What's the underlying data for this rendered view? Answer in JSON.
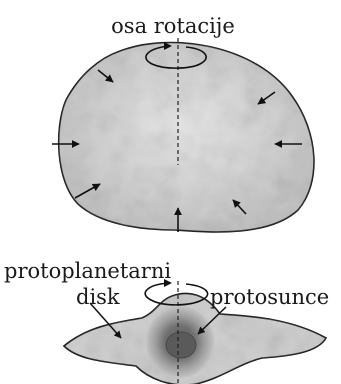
{
  "labels": {
    "rotation_axis": "osa rotacije",
    "protoplanetary_line1": "protoplanetarni",
    "protoplanetary_line2": "disk",
    "protosun": "protosunce"
  },
  "colors": {
    "cloud_fill": "#c9c9c9",
    "outline": "#1a1a1a",
    "core": "#6e6e6e",
    "core_ring": "#9c9c9c"
  }
}
